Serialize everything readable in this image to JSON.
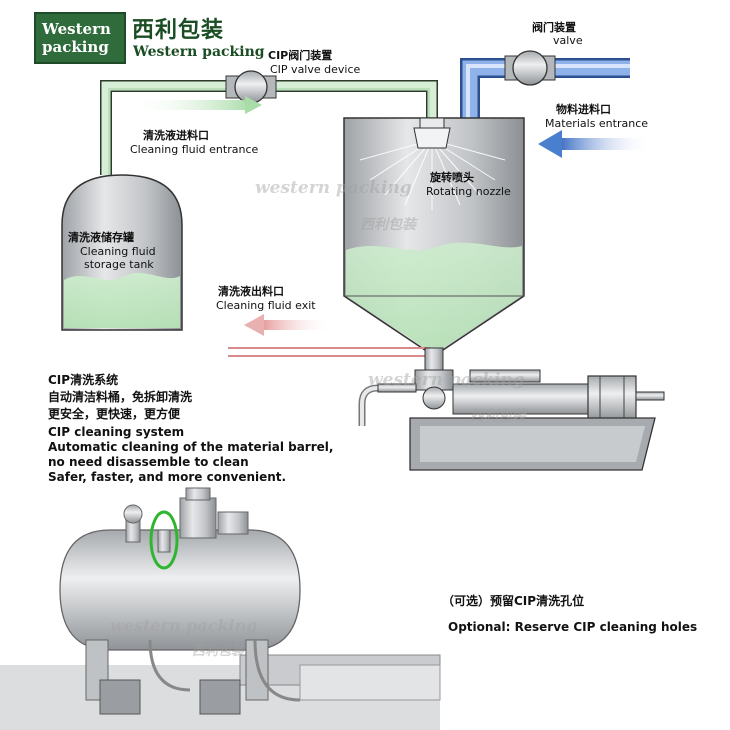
{
  "logo": {
    "box_line1": "Western",
    "box_line2": "packing",
    "name_cn": "西利包装",
    "name_en": "Western packing"
  },
  "labels": {
    "cip_valve_cn": "CIP阀门装置",
    "cip_valve_en": "CIP valve device",
    "valve_cn": "阀门装置",
    "valve_en": "valve",
    "materials_cn": "物料进料口",
    "materials_en": "Materials entrance",
    "cleaning_in_cn": "清洗液进料口",
    "cleaning_in_en": "Cleaning fluid entrance",
    "nozzle_cn": "旋转喷头",
    "nozzle_en": "Rotating nozzle",
    "tank_cn": "清洗液储存罐",
    "tank_en_1": "Cleaning fluid",
    "tank_en_2": "storage tank",
    "exit_cn": "清洗液出料口",
    "exit_en": "Cleaning fluid exit"
  },
  "watermarks": {
    "en": "western packing",
    "cn": "西利包装"
  },
  "cip_system": {
    "title_cn": "CIP清洗系统",
    "line1_cn": "自动清洁料桶，免拆卸清洗",
    "line2_cn": "更安全，更快速，更方便",
    "title_en": "CIP cleaning system",
    "line1_en": "Automatic cleaning of the material barrel,",
    "line2_en": "no need disassemble to clean",
    "line3_en": "Safer, faster, and more convenient."
  },
  "optional": {
    "cn": "（可选）预留CIP清洗孔位",
    "en": "Optional: Reserve CIP cleaning holes"
  },
  "colors": {
    "brand_green": "#2f6b3b",
    "pipe_green": "#d6eed5",
    "pipe_blue": "#3d6fc4",
    "arrow_blue": "#4a7fd0",
    "arrow_red": "#e8b0b0",
    "steel": "#c7c9cc"
  }
}
